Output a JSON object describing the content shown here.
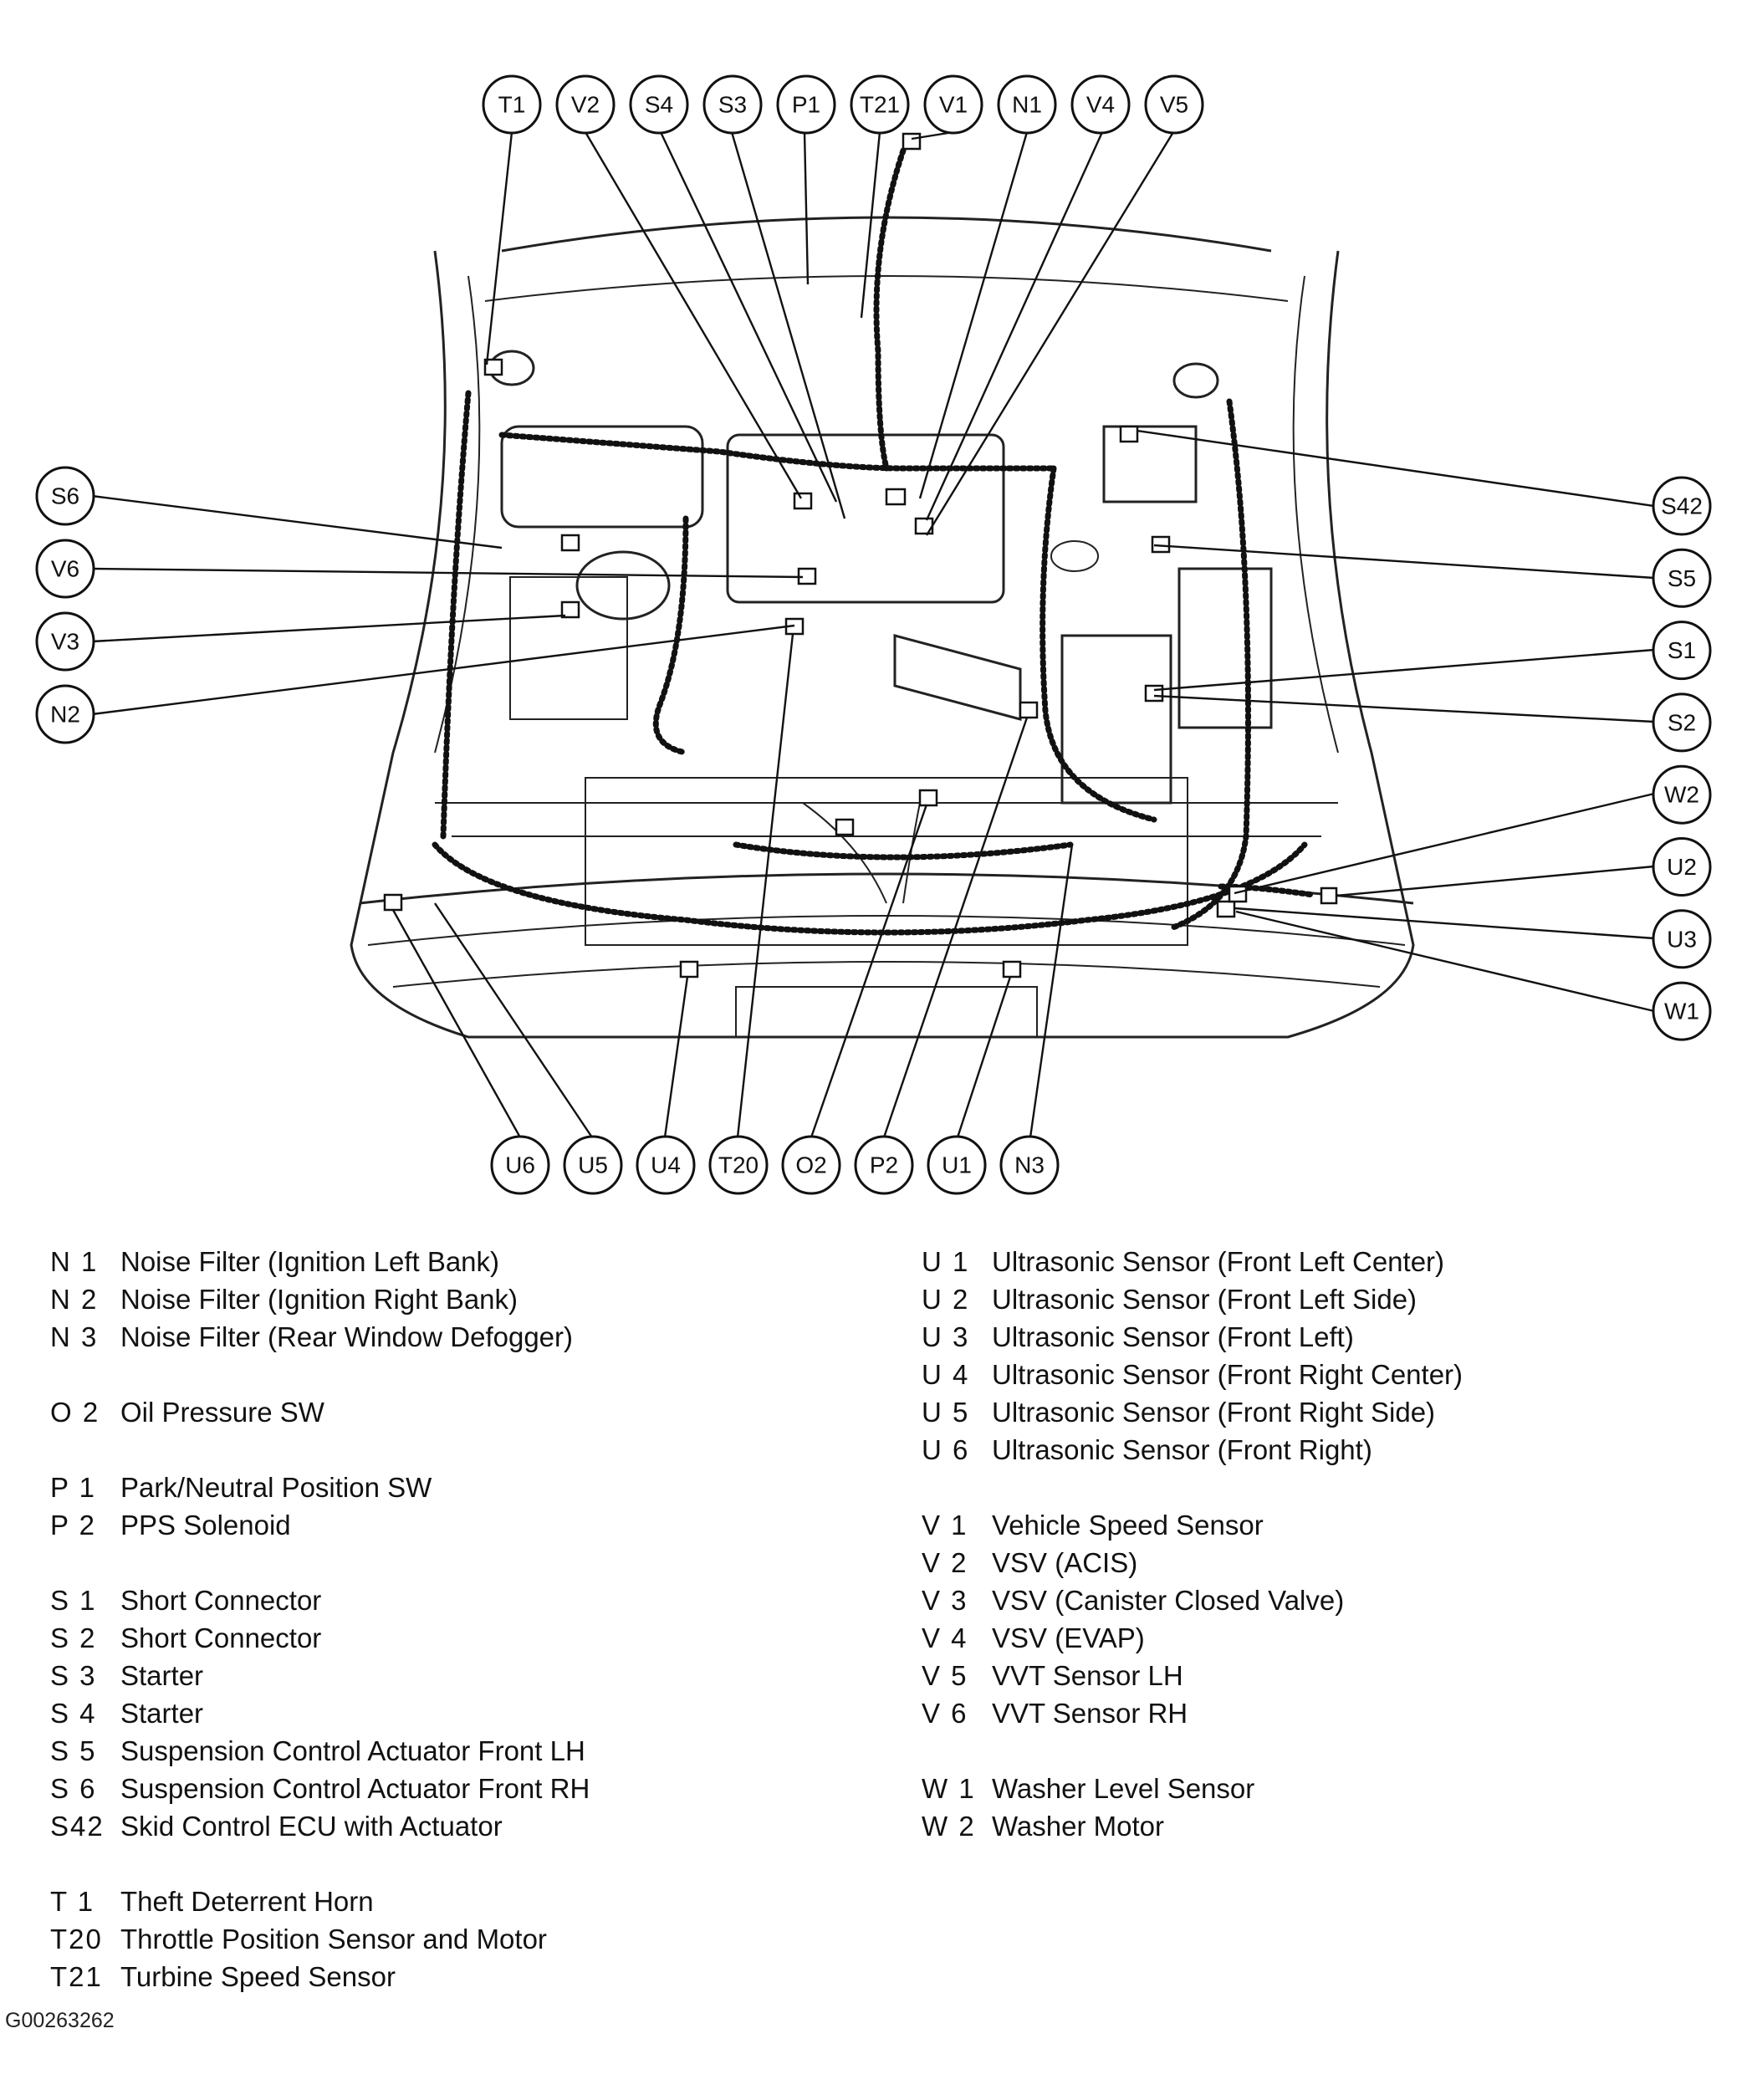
{
  "callouts": {
    "top": [
      "T1",
      "V2",
      "S4",
      "S3",
      "P1",
      "T21",
      "V1",
      "N1",
      "V4",
      "V5"
    ],
    "left": [
      "S6",
      "V6",
      "V3",
      "N2"
    ],
    "right": [
      "S42",
      "S5",
      "S1",
      "S2",
      "W2",
      "U2",
      "U3",
      "W1"
    ],
    "bottom": [
      "U6",
      "U5",
      "U4",
      "T20",
      "O2",
      "P2",
      "U1",
      "N3"
    ]
  },
  "legend_left": [
    [
      {
        "code": "N 1",
        "desc": "Noise Filter (Ignition Left Bank)"
      },
      {
        "code": "N 2",
        "desc": "Noise Filter (Ignition Right Bank)"
      },
      {
        "code": "N 3",
        "desc": "Noise Filter (Rear Window Defogger)"
      }
    ],
    [
      {
        "code": "O 2",
        "desc": "Oil Pressure SW"
      }
    ],
    [
      {
        "code": "P 1",
        "desc": "Park/Neutral Position SW"
      },
      {
        "code": "P 2",
        "desc": "PPS Solenoid"
      }
    ],
    [
      {
        "code": "S 1",
        "desc": "Short Connector"
      },
      {
        "code": "S 2",
        "desc": "Short Connector"
      },
      {
        "code": "S 3",
        "desc": "Starter"
      },
      {
        "code": "S 4",
        "desc": "Starter"
      },
      {
        "code": "S 5",
        "desc": "Suspension Control Actuator Front LH"
      },
      {
        "code": "S 6",
        "desc": "Suspension Control Actuator Front RH"
      },
      {
        "code": "S42",
        "desc": "Skid Control ECU with Actuator"
      }
    ],
    [
      {
        "code": "T 1",
        "desc": "Theft Deterrent Horn"
      },
      {
        "code": "T20",
        "desc": "Throttle Position Sensor and Motor"
      },
      {
        "code": "T21",
        "desc": "Turbine Speed Sensor"
      }
    ]
  ],
  "legend_right": [
    [
      {
        "code": "U 1",
        "desc": "Ultrasonic Sensor (Front Left Center)"
      },
      {
        "code": "U 2",
        "desc": "Ultrasonic Sensor (Front Left Side)"
      },
      {
        "code": "U 3",
        "desc": "Ultrasonic Sensor (Front Left)"
      },
      {
        "code": "U 4",
        "desc": "Ultrasonic Sensor (Front Right Center)"
      },
      {
        "code": "U 5",
        "desc": "Ultrasonic Sensor (Front Right Side)"
      },
      {
        "code": "U 6",
        "desc": "Ultrasonic Sensor (Front Right)"
      }
    ],
    [
      {
        "code": "V 1",
        "desc": "Vehicle Speed Sensor"
      },
      {
        "code": "V 2",
        "desc": "VSV (ACIS)"
      },
      {
        "code": "V 3",
        "desc": "VSV (Canister Closed Valve)"
      },
      {
        "code": "V 4",
        "desc": "VSV (EVAP)"
      },
      {
        "code": "V 5",
        "desc": "VVT Sensor LH"
      },
      {
        "code": "V 6",
        "desc": "VVT Sensor RH"
      }
    ],
    [
      {
        "code": "W 1",
        "desc": "Washer Level Sensor"
      },
      {
        "code": "W 2",
        "desc": "Washer Motor"
      }
    ]
  ],
  "figure_id": "G00263262"
}
